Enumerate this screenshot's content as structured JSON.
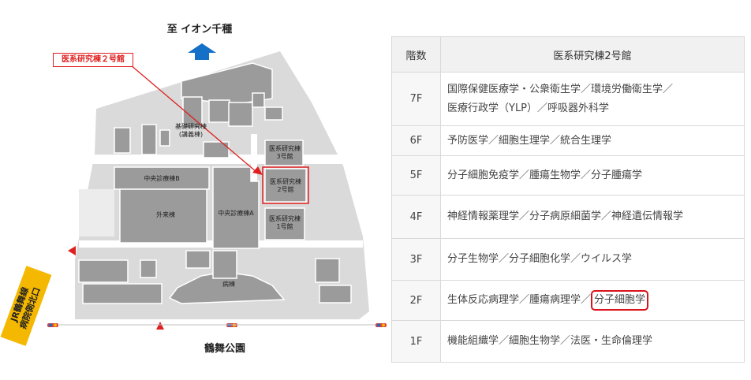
{
  "map": {
    "north_label": "至 イオン千種",
    "south_label": "鶴舞公園",
    "station_label": "JR鶴舞線\n病院側北口",
    "callout_label": "医系研究棟２号館",
    "buildings": {
      "basic_research": "基礎研究棟\n(講義棟)",
      "central_b": "中央診療棟B",
      "outpatient": "外来棟",
      "central_a": "中央診療棟A",
      "ward": "病棟",
      "med_research_3": "医系研究棟\n3号館",
      "med_research_2": "医系研究棟\n2号館",
      "med_research_1": "医系研究棟\n1号館"
    },
    "colors": {
      "ground": "#dadada",
      "building": "#9b9b9b",
      "arrow": "#1570c7",
      "highlight": "#e02020",
      "station": "#f5b800"
    }
  },
  "table": {
    "header_floor": "階数",
    "header_building": "医系研究棟2号館",
    "rows": [
      {
        "floor": "7F",
        "depts": "国際保健医療学・公衆衛生学／環境労働衛生学／",
        "depts2": "医療行政学（YLP）／呼吸器外科学"
      },
      {
        "floor": "6F",
        "depts": "予防医学／細胞生理学／統合生理学"
      },
      {
        "floor": "5F",
        "depts": "分子細胞免疫学／腫瘍生物学／分子腫瘍学"
      },
      {
        "floor": "4F",
        "depts": "神経情報薬理学／分子病原細菌学／神経遺伝情報学"
      },
      {
        "floor": "3F",
        "depts": "分子生物学／分子細胞化学／ウイルス学"
      },
      {
        "floor": "2F",
        "depts": "生体反応病理学／腫瘍病理学／",
        "highlight": "分子細胞学"
      },
      {
        "floor": "1F",
        "depts": "機能組織学／細胞生物学／法医・生命倫理学"
      }
    ]
  }
}
